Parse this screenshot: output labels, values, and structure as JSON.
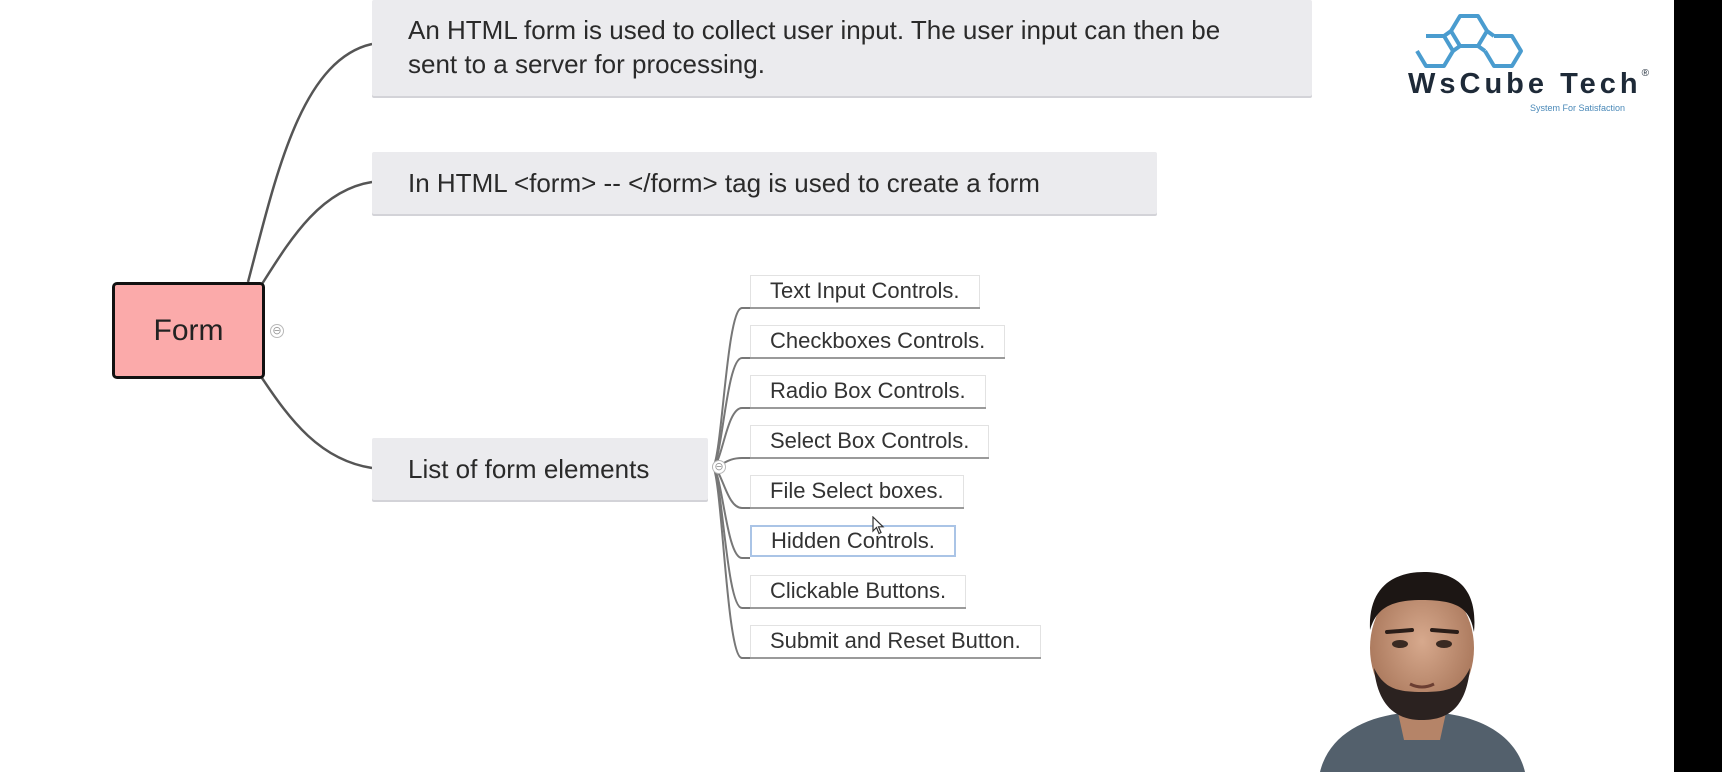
{
  "root": {
    "label": "Form"
  },
  "topics": [
    {
      "text": "An HTML form is used to collect user input. The user input can then be sent to a server for processing."
    },
    {
      "text": "In HTML <form> -- </form> tag is used to create a form"
    },
    {
      "text": "List of form elements"
    }
  ],
  "leaves": [
    "Text Input Controls.",
    "Checkboxes Controls.",
    "Radio Box Controls.",
    "Select Box Controls.",
    "File Select boxes.",
    "Hidden Controls.",
    "Clickable Buttons.",
    "Submit and Reset Button."
  ],
  "selected_leaf_index": 5,
  "collapse_symbol": "⊖",
  "logo": {
    "brand": "WsCube",
    "brand2": "Tech",
    "reg": "®",
    "tagline": "System For Satisfaction"
  },
  "colors": {
    "root_fill": "#fbaaaa",
    "topic_fill": "#ebebee",
    "logo_blue": "#4a9ccf",
    "logo_text": "#1e2a38"
  },
  "icons": [
    "collapse-icon",
    "mouse-cursor-icon",
    "hexagon-logo-icon"
  ]
}
